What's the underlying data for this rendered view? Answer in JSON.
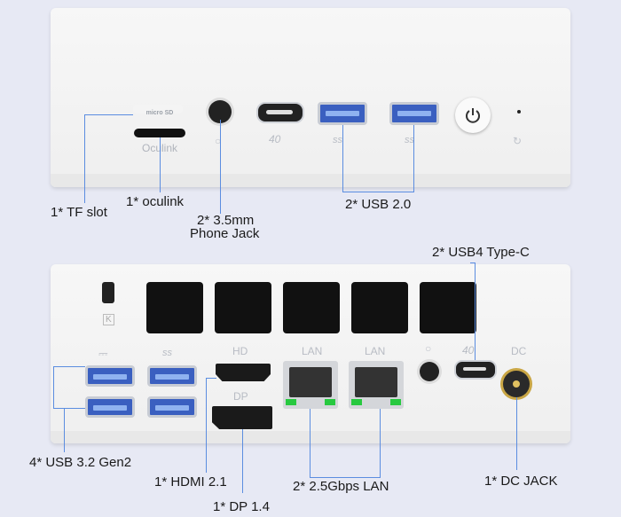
{
  "front_panel": {
    "labels": {
      "tf_slot": "1* TF slot",
      "oculink": "1* oculink",
      "phone_jack_line1": "2* 3.5mm",
      "phone_jack_line2": "Phone Jack",
      "usb20": "2* USB 2.0"
    },
    "port_text": {
      "micro_sd": "micro SD",
      "oculink": "Oculink",
      "usb4_speed": "40",
      "ss": "ss"
    }
  },
  "rear_panel": {
    "labels": {
      "usb4_typec": "2* USB4 Type-C",
      "usb32": "4* USB 3.2 Gen2",
      "hdmi": "1* HDMI 2.1",
      "dp": "1* DP 1.4",
      "lan": "2* 2.5Gbps LAN",
      "dc": "1* DC JACK"
    },
    "port_text": {
      "hd": "HD",
      "dp": "DP",
      "lan": "LAN",
      "lan2": "LAN",
      "dc": "DC",
      "usb4_speed": "40",
      "ss": "ss",
      "kensington": "K"
    }
  },
  "colors": {
    "background": "#e7e9f4",
    "callout_line": "#5b8de0",
    "usb_blue": "#3a5fc0",
    "device_body": "#f2f2f2"
  }
}
